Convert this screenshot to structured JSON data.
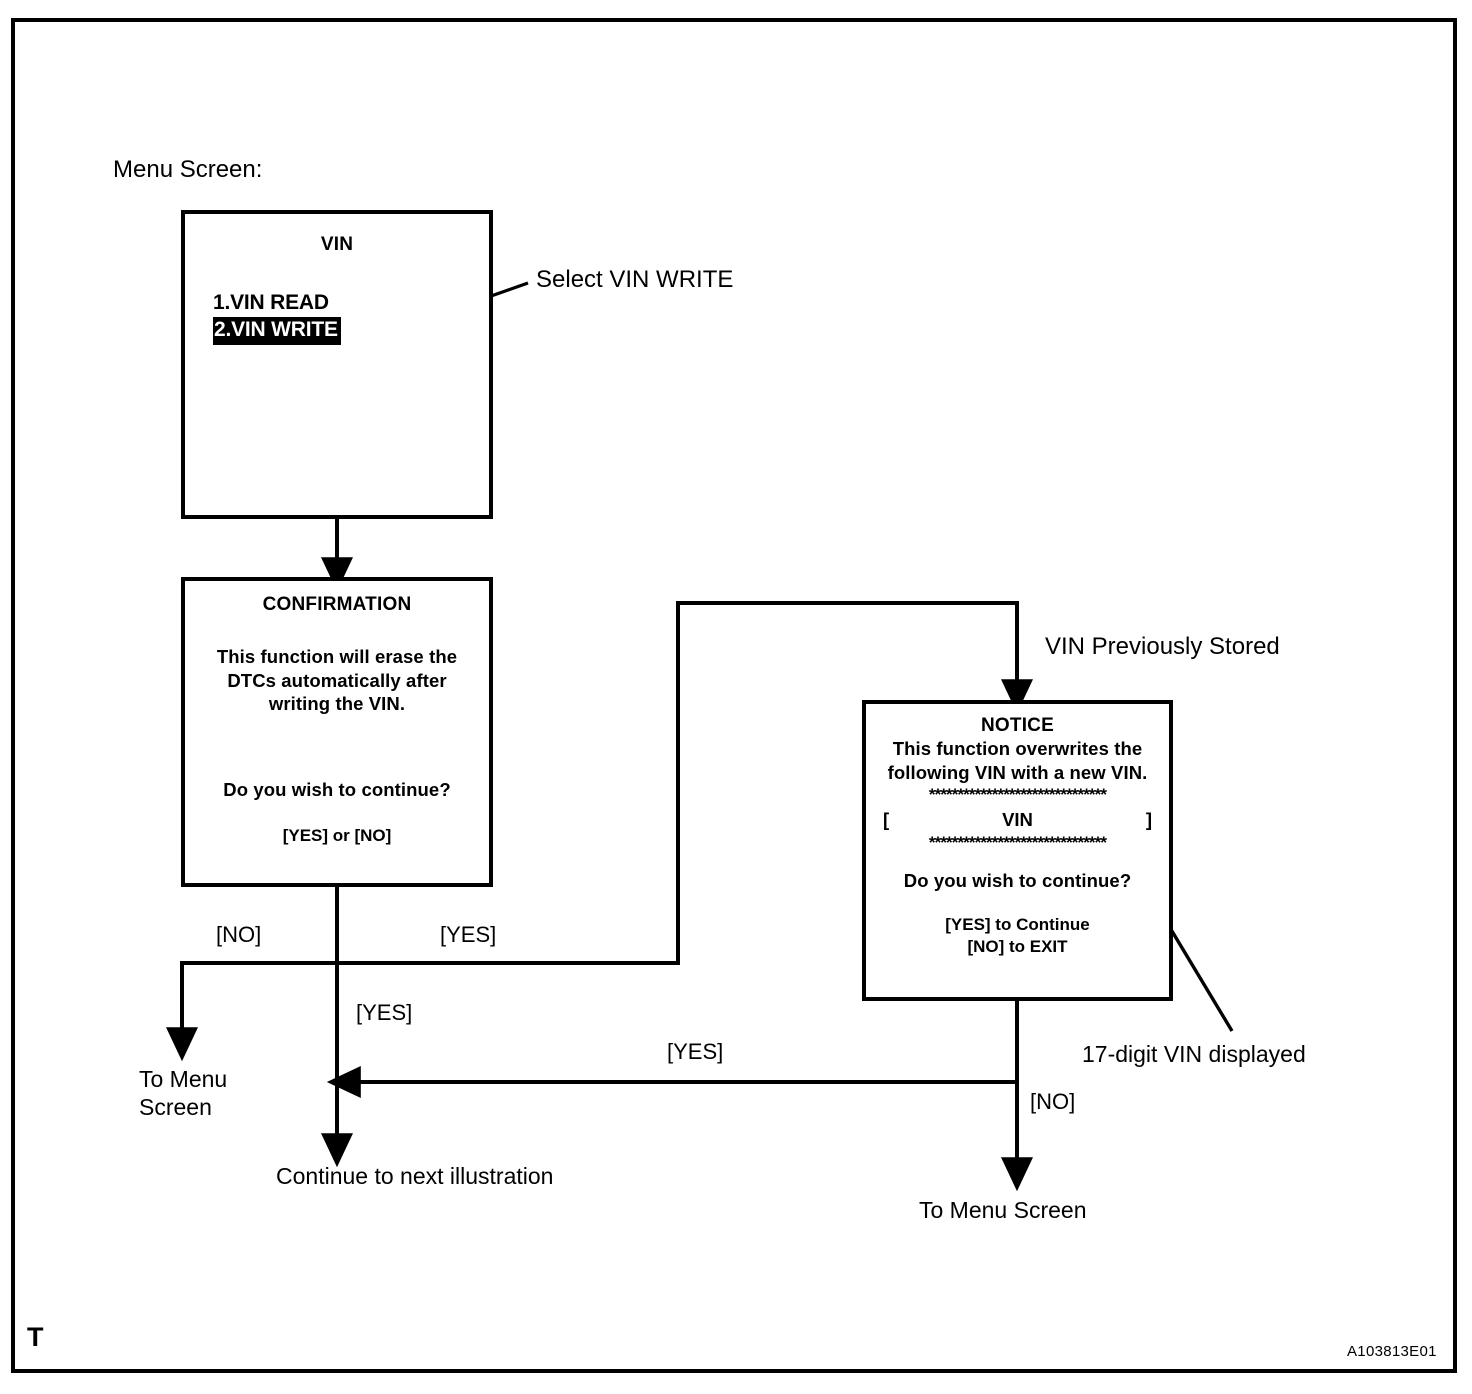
{
  "figure": {
    "id_code": "A103813E01",
    "corner_marker": "T"
  },
  "annotations": {
    "menu_screen": "Menu Screen:",
    "select_vin_write": "Select VIN WRITE",
    "vin_previously_stored": "VIN Previously Stored",
    "seventeen_digit_vin": "17-digit VIN displayed",
    "to_menu_screen_left": "To Menu\nScreen",
    "continue_next_illustration": "Continue to next illustration",
    "to_menu_screen_right": "To Menu Screen"
  },
  "branch_labels": {
    "no_1": "[NO]",
    "yes_1": "[YES]",
    "yes_2": "[YES]",
    "yes_3": "[YES]",
    "no_2": "[NO]"
  },
  "screens": [
    {
      "key": "vin_menu",
      "title": "VIN",
      "menu_items": [
        {
          "label": "1.VIN READ",
          "selected": false
        },
        {
          "label": "2.VIN WRITE",
          "selected": true
        }
      ]
    },
    {
      "key": "confirmation",
      "title": "CONFIRMATION",
      "body": "This function will erase the\nDTCs automatically after\nwriting the VIN.",
      "question": "Do you wish to continue?",
      "keys": "[YES] or [NO]"
    },
    {
      "key": "notice",
      "title": "NOTICE",
      "body": "This function overwrites the\nfollowing VIN with a new VIN.",
      "separator": "*******************************",
      "vin_field": {
        "bracket_open": "[",
        "value": "VIN",
        "bracket_close": "]"
      },
      "question": "Do you wish to continue?",
      "keys": "[YES] to Continue\n[NO] to EXIT"
    }
  ],
  "colors": {
    "ink": "#000000",
    "paper": "#ffffff",
    "highlight_bg": "#000000",
    "highlight_fg": "#ffffff"
  }
}
